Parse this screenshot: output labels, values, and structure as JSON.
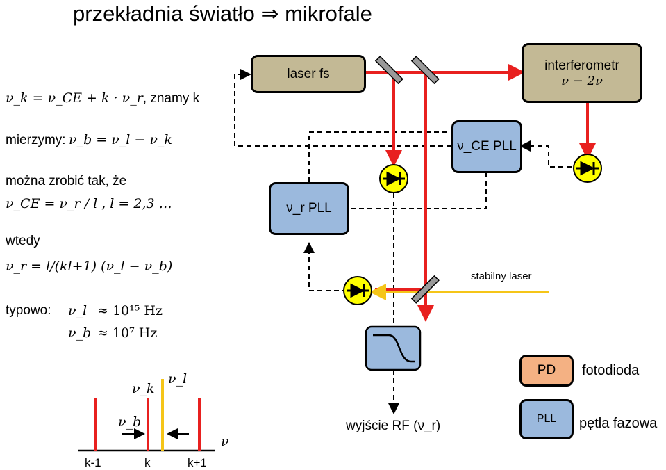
{
  "title": "przekładnia światło ⇒ mikrofale",
  "left_text": {
    "eq1": "ν_k = ν_CE + k · ν_r",
    "eq1_suffix": ", znamy k",
    "measure_prefix": "mierzymy:",
    "measure_eq": "ν_b = ν_l − ν_k",
    "can_do": "można zrobić tak, że",
    "cond_eq": "ν_CE = ν_r / l ,  l = 2,3 …",
    "then": "wtedy",
    "then_eq": "ν_r = l/(kl+1) (ν_l − ν_b)",
    "typical": "typowo:",
    "typ1_lhs": "ν_l",
    "typ1_rhs": "≈ 10¹⁵ Hz",
    "typ2_lhs": "ν_b",
    "typ2_rhs": "≈ 10⁷ Hz"
  },
  "diagram": {
    "laser_label": "laser fs",
    "interferometer_label": "interferometr",
    "interferometer_sub": "ν − 2ν",
    "pll_ce_label": "ν_CE PLL",
    "pll_r_label": "ν_r PLL",
    "stable_laser": "stabilny laser",
    "rf_output": "wyjście RF (ν_r)"
  },
  "legend": {
    "pd_box": "PD",
    "pd_text": "fotodioda",
    "pll_box": "PLL",
    "pll_text": "pętla fazowa"
  },
  "spectrum": {
    "label_nu_k": "ν_k",
    "label_nu_l": "ν_l",
    "label_nu_b": "ν_b",
    "axis_label": "ν",
    "tick_km1": "k-1",
    "tick_k": "k",
    "tick_kp1": "k+1"
  },
  "colors": {
    "red_beam": "#e8201f",
    "yellow_beam": "#f5c518",
    "tan_box": "#c3b995",
    "blue_box": "#9bb9dd",
    "orange_box": "#f4b183",
    "photodiode": "#ffff00"
  }
}
